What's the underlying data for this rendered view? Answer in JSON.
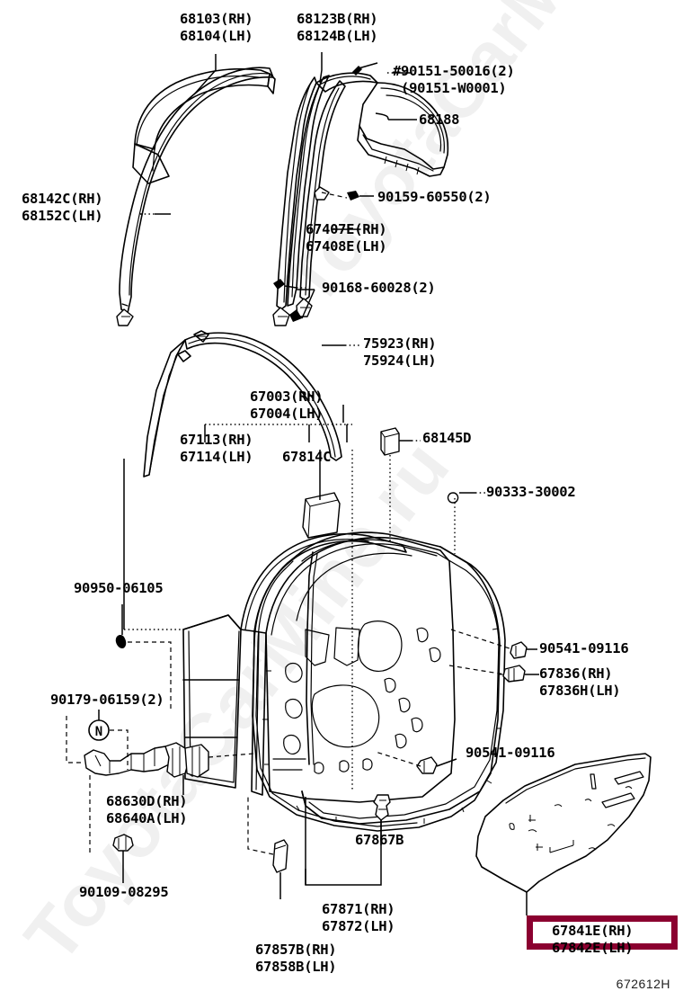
{
  "diagram": {
    "code": "672612H",
    "watermark": "ToyotaCarMine.ru",
    "highlight_color": "#8b0030",
    "highlighted_part": "67841E(RH)"
  },
  "labels": [
    {
      "id": "l-68103",
      "text": "68103(RH)\n68104(LH)"
    },
    {
      "id": "l-68123b",
      "text": "68123B(RH)\n68124B(LH)"
    },
    {
      "id": "l-90151",
      "text": "#90151-50016(2)\n (90151-W0001)"
    },
    {
      "id": "l-68188",
      "text": "68188"
    },
    {
      "id": "l-68142c",
      "text": "68142C(RH)\n68152C(LH)"
    },
    {
      "id": "l-90159",
      "text": "90159-60550(2)"
    },
    {
      "id": "l-67407e",
      "text": "67407E(RH)\n67408E(LH)"
    },
    {
      "id": "l-90168",
      "text": "90168-60028(2)"
    },
    {
      "id": "l-75923",
      "text": "75923(RH)\n75924(LH)"
    },
    {
      "id": "l-67003",
      "text": "67003(RH)\n67004(LH)"
    },
    {
      "id": "l-67113",
      "text": "67113(RH)\n67114(LH)"
    },
    {
      "id": "l-67814c",
      "text": "67814C"
    },
    {
      "id": "l-68145d",
      "text": "68145D"
    },
    {
      "id": "l-90333",
      "text": "90333-30002"
    },
    {
      "id": "l-90950",
      "text": "90950-06105"
    },
    {
      "id": "l-90541a",
      "text": "90541-09116"
    },
    {
      "id": "l-67836",
      "text": "67836(RH)\n67836H(LH)"
    },
    {
      "id": "l-90179",
      "text": "90179-06159(2)"
    },
    {
      "id": "l-90541b",
      "text": "90541-09116"
    },
    {
      "id": "l-68630d",
      "text": "68630D(RH)\n68640A(LH)"
    },
    {
      "id": "l-90109",
      "text": "90109-08295"
    },
    {
      "id": "l-67867b",
      "text": "67867B"
    },
    {
      "id": "l-67871",
      "text": "67871(RH)\n67872(LH)"
    },
    {
      "id": "l-67857b",
      "text": "67857B(RH)\n67858B(LH)"
    },
    {
      "id": "l-67841e",
      "text": "67841E(RH)"
    },
    {
      "id": "l-67842e",
      "text": "67842E(LH)"
    }
  ]
}
